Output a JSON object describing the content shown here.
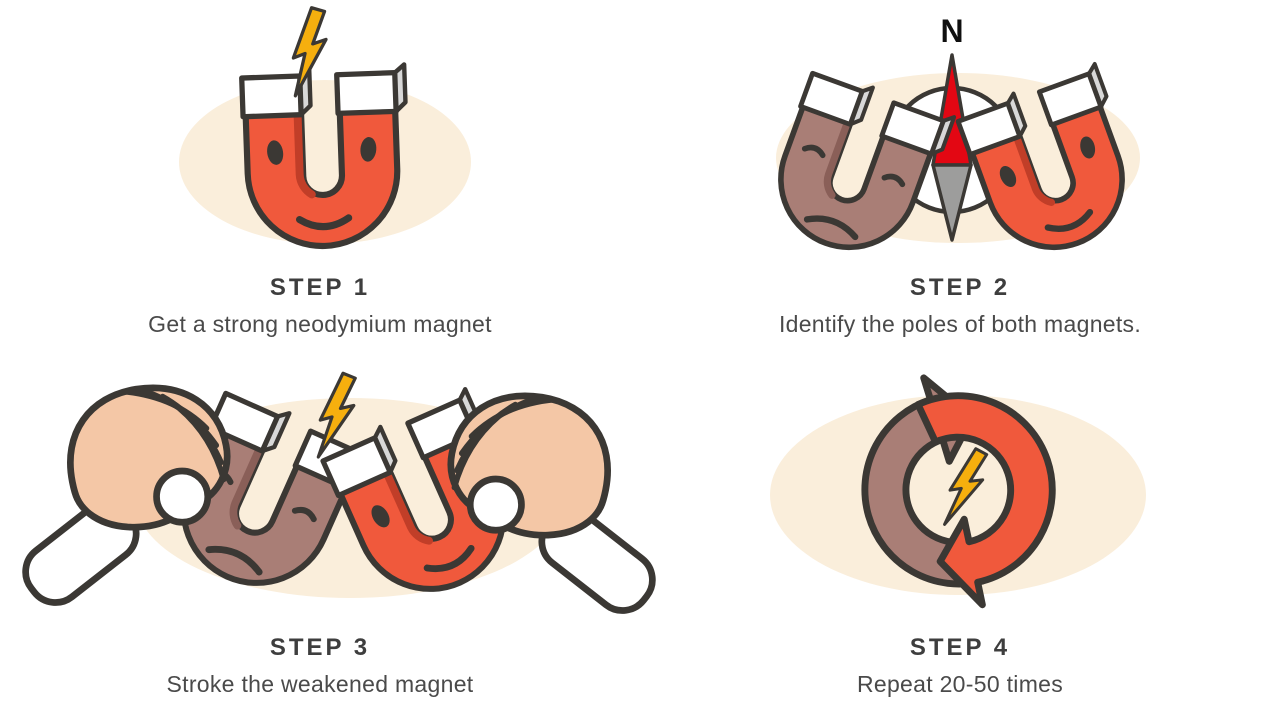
{
  "colors": {
    "background": "#FFFFFF",
    "outline": "#3B3834",
    "magnet-red": "#F0593C",
    "magnet-red-shade": "#C13E28",
    "magnet-mauve": "#A97E76",
    "magnet-mauve-shade": "#8A5F58",
    "magnet-tip": "#FFFFFF",
    "magnet-tip-side": "#D8D8D8",
    "ellipse-cream": "#FAEEDB",
    "bolt-yellow": "#F6AF0E",
    "compass-red": "#E30713",
    "compass-gray": "#9D9D9C",
    "hand-skin": "#F4C7A6",
    "step-label": "#3E3E3E",
    "step-desc": "#4A4A4A"
  },
  "icons": {
    "step1": "horseshoe-magnet-icon",
    "step2": "two-magnets-compass-icon",
    "step3": "hands-stroking-magnets-icon",
    "step4": "cycle-arrows-icon",
    "spark": "lightning-bolt-icon"
  },
  "steps": [
    {
      "label": "STEP 1",
      "description": "Get a strong neodymium magnet"
    },
    {
      "label": "STEP 2",
      "description": "Identify the poles of both magnets.",
      "compass_label": "N"
    },
    {
      "label": "STEP 3",
      "description": "Stroke the weakened magnet"
    },
    {
      "label": "STEP 4",
      "description": "Repeat 20-50 times"
    }
  ]
}
